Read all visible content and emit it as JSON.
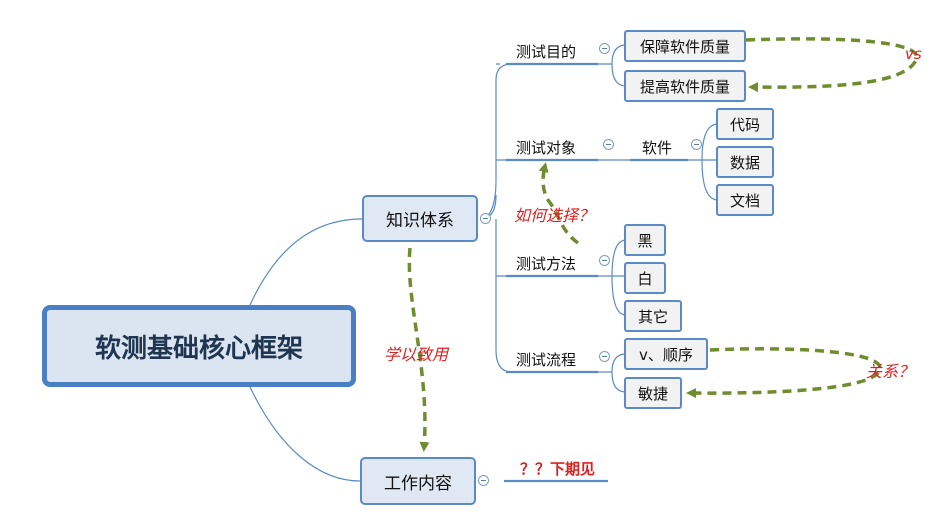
{
  "root": {
    "label": "软测基础核心框架"
  },
  "branches": {
    "knowledge": {
      "label": "知识体系"
    },
    "work": {
      "label": "工作内容"
    }
  },
  "topics": {
    "purpose": "测试目的",
    "object": "测试对象",
    "method": "测试方法",
    "process": "测试流程"
  },
  "purpose_items": [
    "保障软件质量",
    "提高软件质量"
  ],
  "object_sub": "软件",
  "object_items": [
    "代码",
    "数据",
    "文档"
  ],
  "method_items": [
    "黑",
    "白",
    "其它"
  ],
  "process_items": [
    "v、顺序",
    "敏捷"
  ],
  "annotations": {
    "vs": "vs",
    "how_choose": "如何选择？",
    "apply": "学以致用",
    "relation": "关系？",
    "todo": "？？下期见"
  },
  "colors": {
    "node_border": "#5b8bc6",
    "node_fill": "#dfe8f3",
    "leaf_fill": "#f2f2f2",
    "connector": "#5b8bc6",
    "relation_arrow": "#6f8c2f",
    "annotation_text": "#e02020"
  }
}
